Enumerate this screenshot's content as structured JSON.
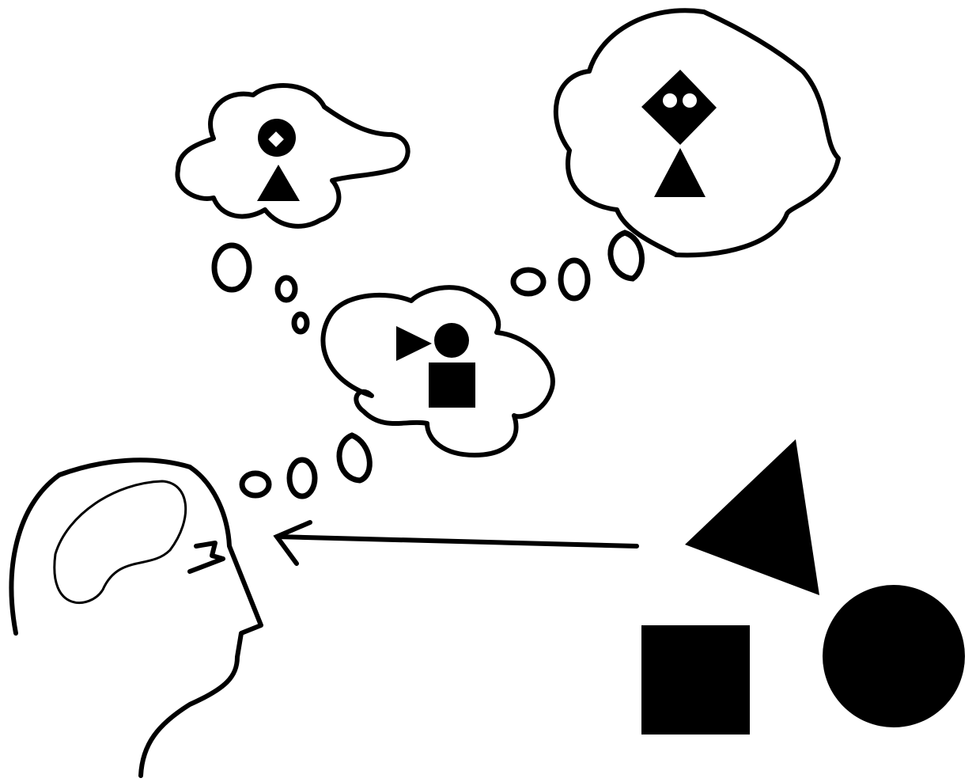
{
  "colors": {
    "ink": "#000000",
    "paper": "#ffffff"
  },
  "diagram": {
    "head": {
      "facing": "right"
    },
    "arrow": {
      "direction": "from-shapes-to-head"
    },
    "real_shapes": [
      "triangle",
      "square",
      "circle"
    ],
    "thought_bubbles": [
      {
        "position": "middle",
        "contents": [
          "triangle-pointer",
          "circle",
          "square"
        ]
      },
      {
        "position": "top-left",
        "contents": [
          "circle-with-diamond-hole",
          "triangle"
        ]
      },
      {
        "position": "top-right",
        "contents": [
          "diamond-with-two-eyes",
          "triangle"
        ]
      }
    ]
  }
}
